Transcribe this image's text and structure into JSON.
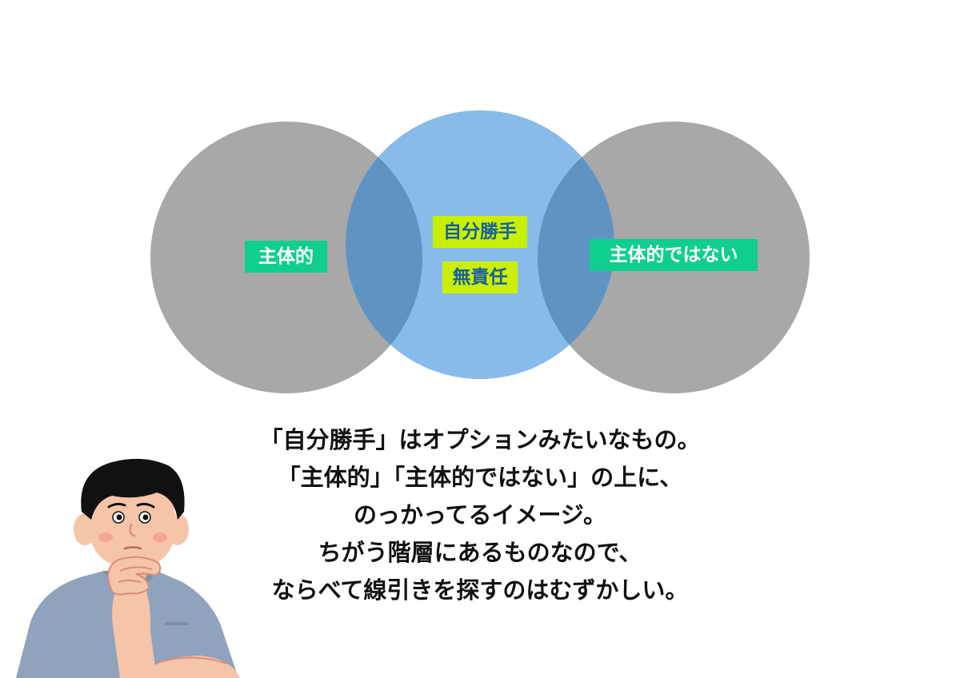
{
  "diagram": {
    "left_circle": {
      "color": "#a8a8a8",
      "label": "主体的"
    },
    "center_circle": {
      "color": "#89bbea",
      "labels": [
        "自分勝手",
        "無責任"
      ]
    },
    "right_circle": {
      "color": "#a8a8a8",
      "label": "主体的ではない"
    },
    "overlap_color": "#5f94c2",
    "label_colors": {
      "green_bg": "#0fcf8f",
      "green_text": "#ffffff",
      "lime_bg": "#c8f000",
      "lime_text": "#1a5ea0"
    }
  },
  "caption": {
    "lines": [
      "「自分勝手」はオプションみたいなもの。",
      "「主体的」「主体的ではない」の上に、",
      "のっかってるイメージ。",
      "ちがう階層にあるものなので、",
      "ならべて線引きを探すのはむずかしい。"
    ]
  },
  "illustration": {
    "subject": "thinking-man",
    "colors": {
      "hair": "#111111",
      "skin": "#f6c4a8",
      "shirt": "#8fa3bd",
      "cheek": "#f29a8e"
    }
  }
}
